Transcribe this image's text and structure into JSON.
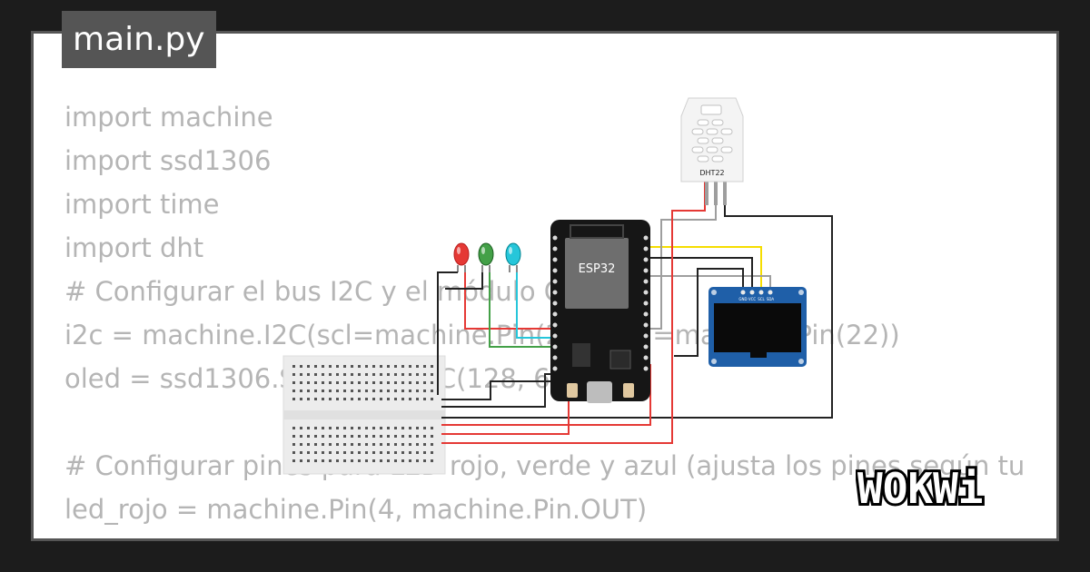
{
  "file_tab": {
    "title": "main.py"
  },
  "code_lines": [
    "import machine",
    "import ssd1306",
    "import time",
    "import dht",
    "",
    "# Configurar el bus I2C y el módulo OLED",
    "i2c = machine.I2C(scl=machine.Pin(21), sda=machine.Pin(22))",
    "oled = ssd1306.SSD1306_I2C(128, 64, i2c)",
    "",
    "# Configurar pines para LED rojo, verde y azul (ajusta los pines según tu",
    "led_rojo = machine.Pin(4, machine.Pin.OUT)"
  ],
  "components": {
    "mcu_label": "ESP32",
    "sensor_label": "DHT22",
    "oled_pins": [
      "GND",
      "VCC",
      "SCL",
      "SDA"
    ]
  },
  "colors": {
    "led_red": "#e53935",
    "led_green": "#43a047",
    "led_blue": "#26c6da",
    "wire_red": "#e53935",
    "wire_yellow": "#f5dd00",
    "wire_gray": "#9e9e9e",
    "wire_black": "#222222",
    "oled_board": "#1f5fa8"
  },
  "brand": {
    "logo_text": "WOKWi"
  }
}
